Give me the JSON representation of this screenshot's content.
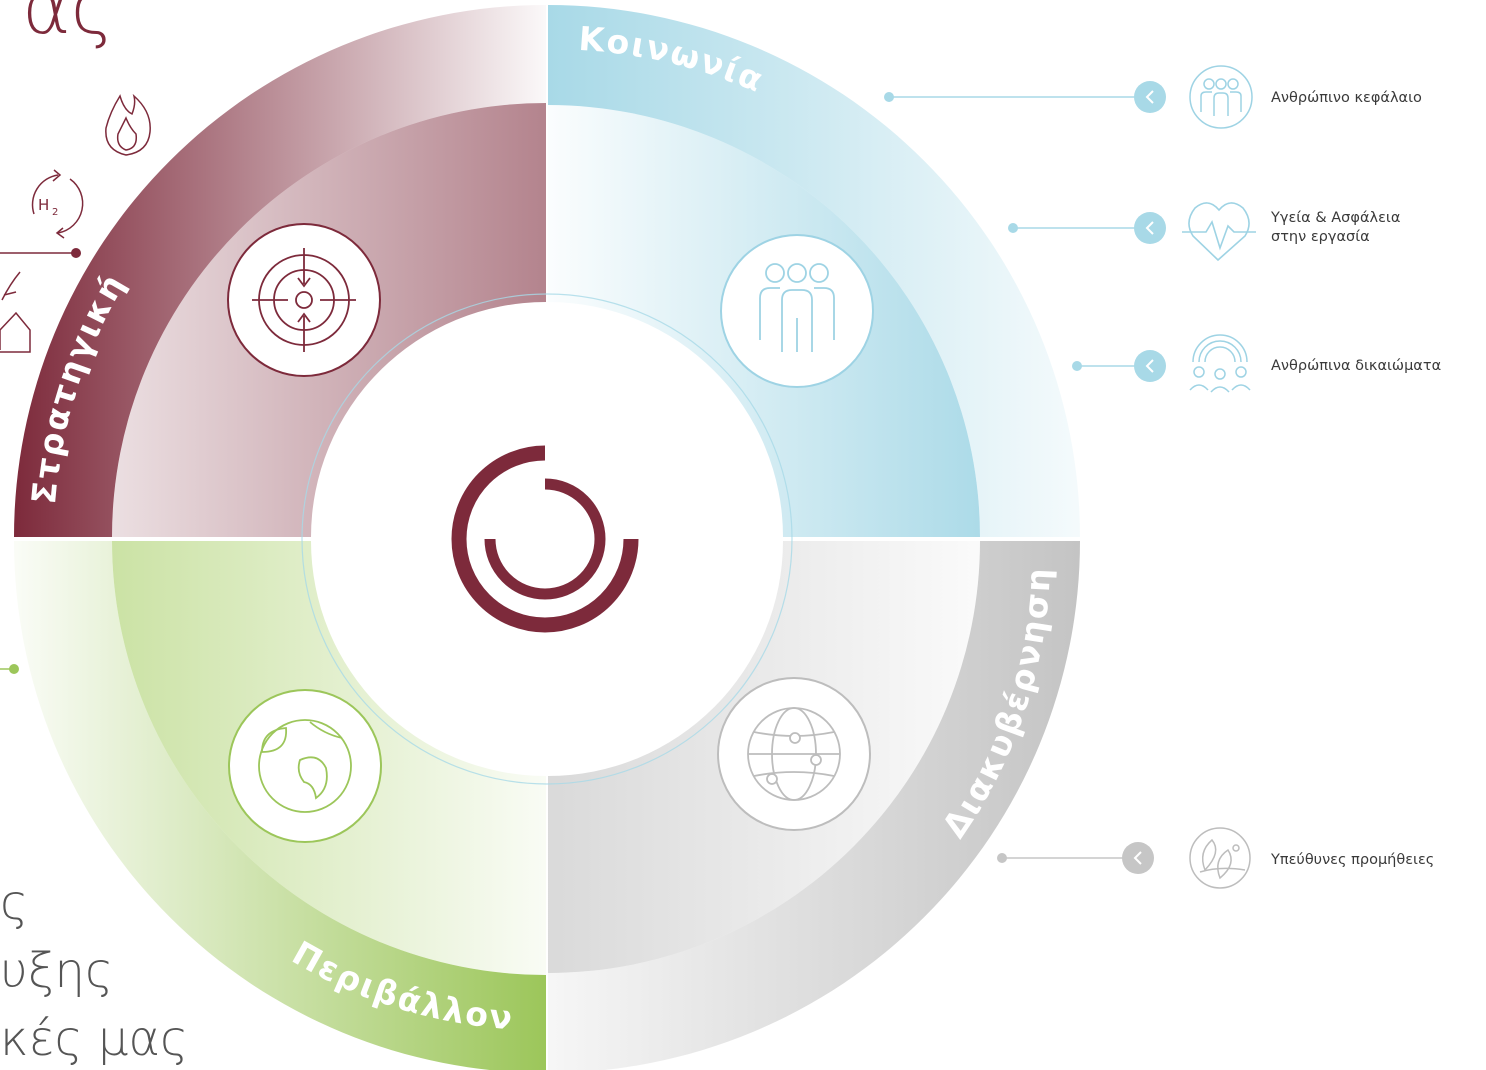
{
  "heading_fragment": "ας",
  "bottom_left_fragments": [
    "ς",
    "υξης",
    "κές μας"
  ],
  "segments": {
    "strategy": "Στρατηγική",
    "society": "Κοινωνία",
    "governance": "Διακυβέρνηση",
    "environment": "Περιβάλλον"
  },
  "society_items": [
    {
      "label": "Ανθρώπινο κεφάλαιο",
      "icon": "people-group-icon"
    },
    {
      "label_lines": [
        "Υγεία & Ασφάλεια",
        "στην εργασία"
      ],
      "icon": "heart-pulse-icon"
    },
    {
      "label": "Ανθρώπινα δικαιώματα",
      "icon": "rainbow-people-icon"
    }
  ],
  "governance_items": [
    {
      "label": "Υπεύθυνες προμήθειες",
      "icon": "sustainable-supply-icon"
    }
  ],
  "hydrogen_label": "H",
  "hydrogen_subscript": "2",
  "colors": {
    "strategy": "#7d2a3b",
    "society": "#a8d9e7",
    "governance": "#c6c6c6",
    "environment": "#9cc65a",
    "text": "#3a3a3a"
  }
}
